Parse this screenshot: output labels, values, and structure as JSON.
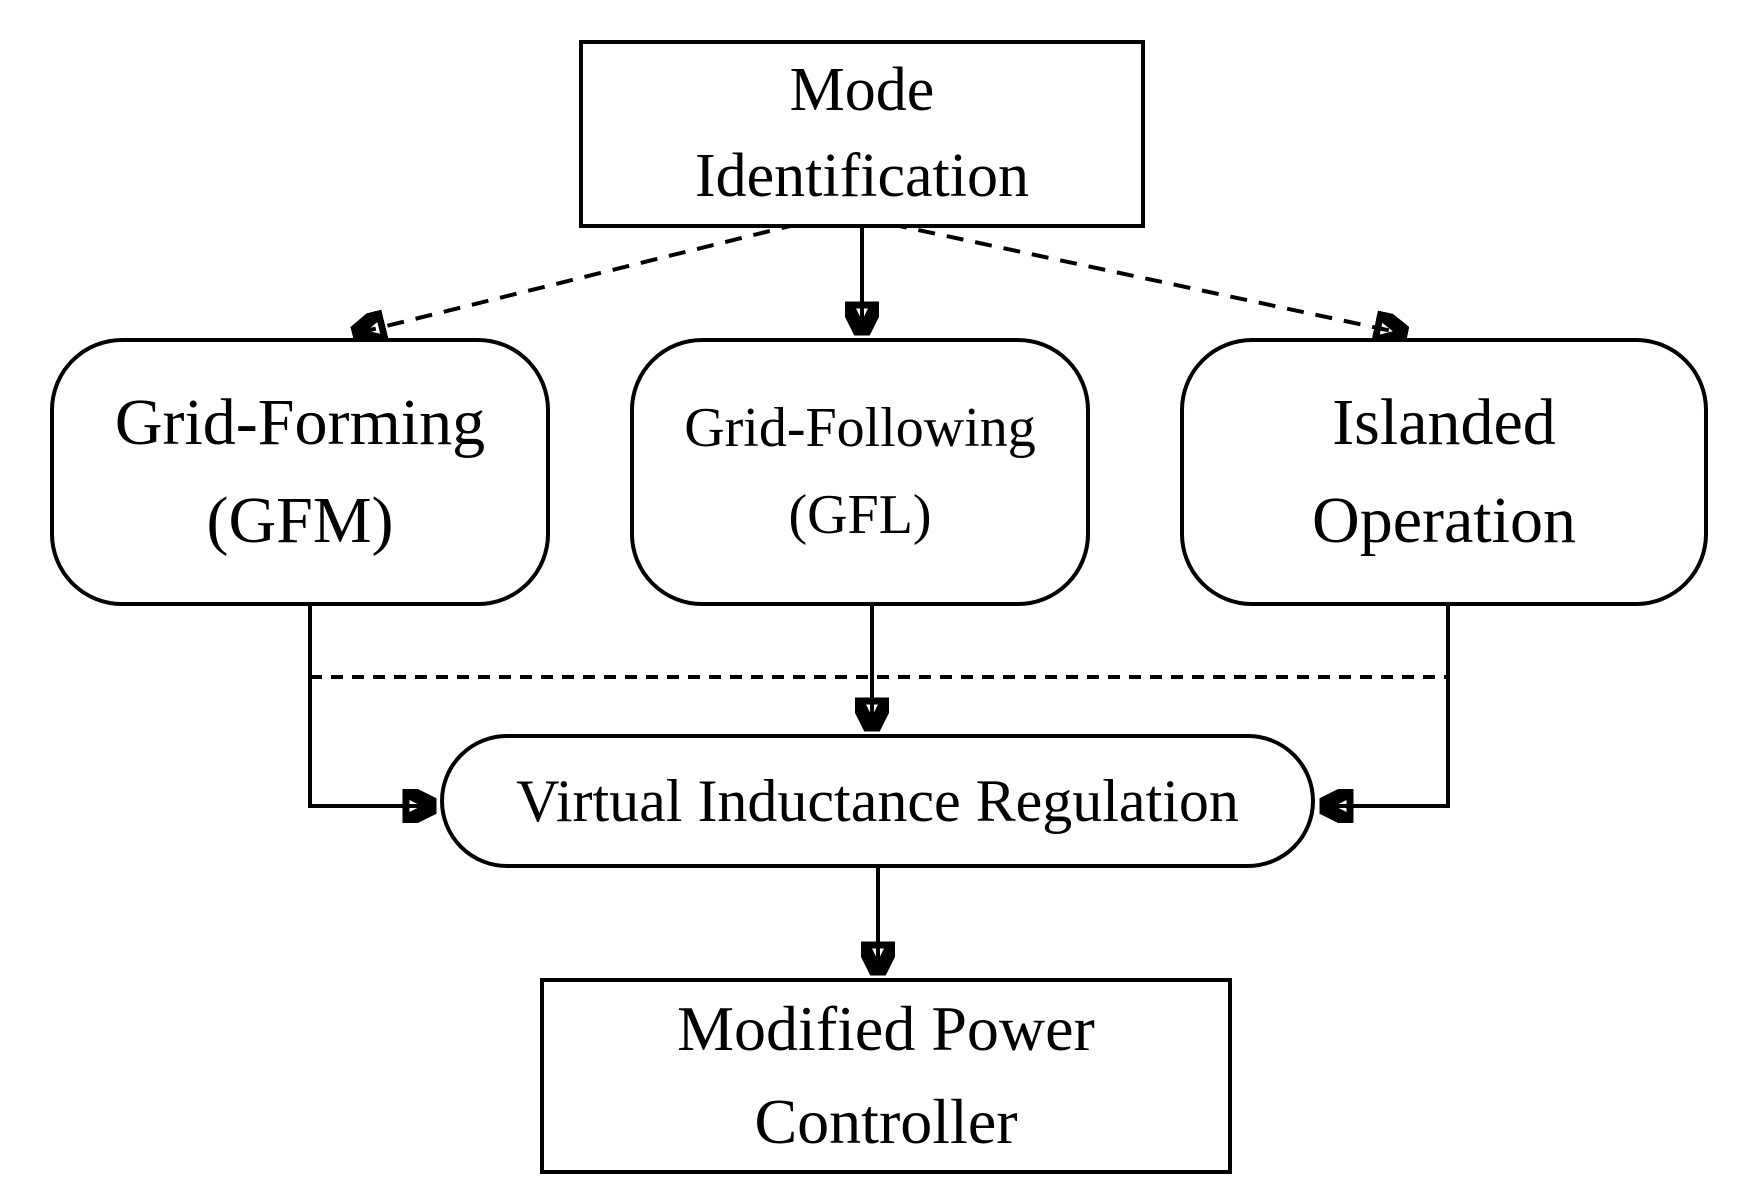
{
  "figure": {
    "background_color": "#ffffff",
    "line_color": "#000000",
    "text_color": "#000000"
  },
  "nodes": {
    "mode": {
      "shape": "rectangle",
      "lines": [
        "Mode",
        "Identification"
      ]
    },
    "gfm": {
      "shape": "rounded",
      "lines": [
        "Grid-Forming",
        "(GFM)"
      ]
    },
    "gfl": {
      "shape": "rounded",
      "lines": [
        "Grid-Following",
        "(GFL)"
      ]
    },
    "islanded": {
      "shape": "rounded",
      "lines": [
        "Islanded",
        "Operation"
      ]
    },
    "vir": {
      "shape": "rounded",
      "lines": [
        "Virtual Inductance Regulation"
      ]
    },
    "mpc": {
      "shape": "rectangle",
      "lines": [
        "Modified Power",
        "Controller"
      ]
    }
  },
  "edges": [
    {
      "from": "mode",
      "to": "gfm",
      "style": "dashed",
      "arrow": true
    },
    {
      "from": "mode",
      "to": "gfl",
      "style": "solid",
      "arrow": true
    },
    {
      "from": "mode",
      "to": "islanded",
      "style": "dashed",
      "arrow": true
    },
    {
      "from": "gfm",
      "to": "vir",
      "style": "solid",
      "arrow": true,
      "route": "elbow"
    },
    {
      "from": "gfl",
      "to": "vir",
      "style": "solid",
      "arrow": true
    },
    {
      "from": "islanded",
      "to": "vir",
      "style": "solid",
      "arrow": true,
      "route": "elbow"
    },
    {
      "from": "vir",
      "to": "mpc",
      "style": "solid",
      "arrow": true
    },
    {
      "type": "horizontal-connector",
      "style": "dashed",
      "arrow": false
    }
  ]
}
